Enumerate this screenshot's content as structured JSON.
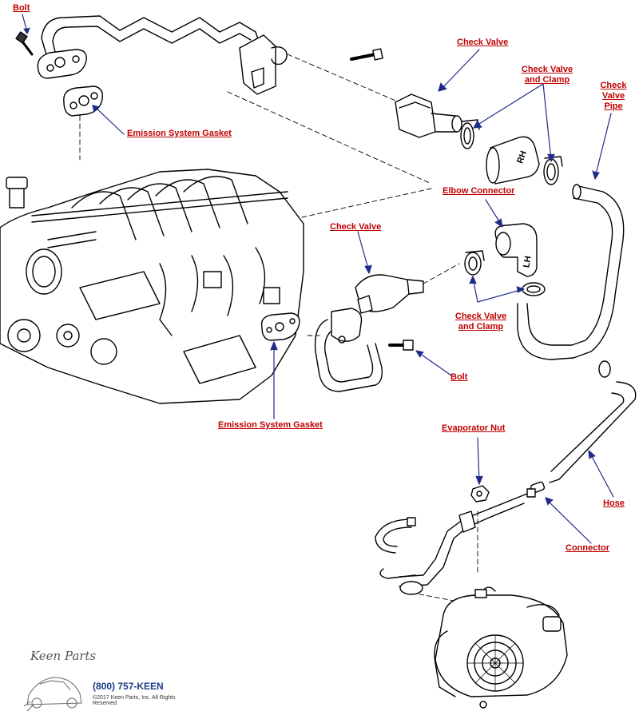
{
  "labels": {
    "bolt_top": "Bolt",
    "gasket_top": "Emission System Gasket",
    "check_valve_top": "Check Valve",
    "cv_clamp_top_1": "Check Valve",
    "cv_clamp_top_2": "and Clamp",
    "cv_pipe_1": "Check",
    "cv_pipe_2": "Valve",
    "cv_pipe_3": "Pipe",
    "elbow_connector": "Elbow Connector",
    "check_valve_mid": "Check Valve",
    "cv_clamp_mid_1": "Check Valve",
    "cv_clamp_mid_2": "and Clamp",
    "bolt_mid": "Bolt",
    "gasket_bottom": "Emission System Gasket",
    "evaporator_nut": "Evaporator Nut",
    "hose": "Hose",
    "connector": "Connector"
  },
  "part_marks": {
    "elbow": "LH",
    "valve": "RH"
  },
  "brand": {
    "logo": "Keen Parts",
    "phone": "(800) 757-KEEN",
    "copyright": "©2017 Keen Parts, Inc. All Rights Reserved"
  },
  "colors": {
    "label": "#c00000",
    "leader": "#1e2a8a",
    "line_art": "#000000"
  }
}
